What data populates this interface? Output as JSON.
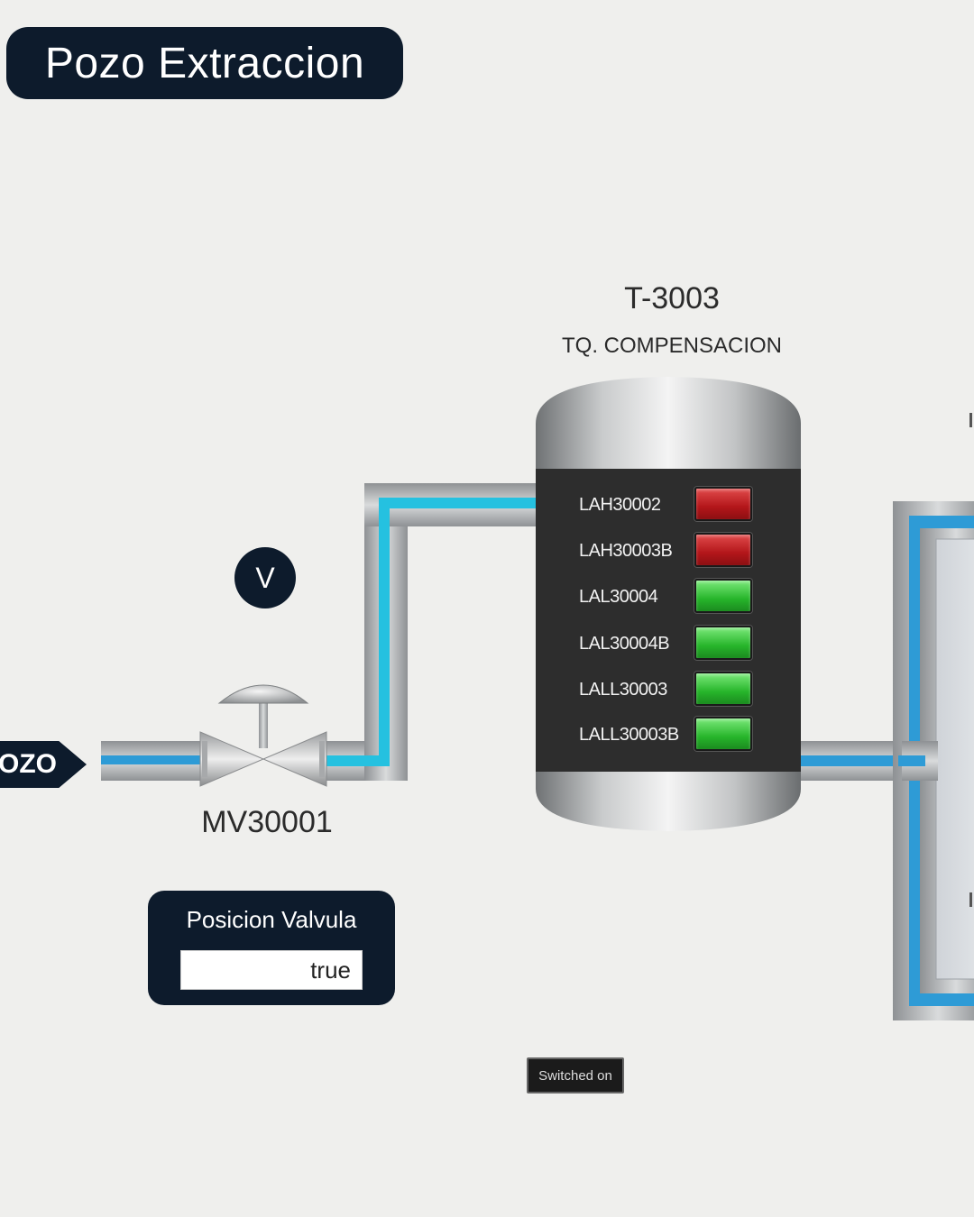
{
  "page": {
    "title": "Pozo Extraccion"
  },
  "source": {
    "label": "OZO"
  },
  "valve": {
    "badge": "V",
    "tag": "MV30001"
  },
  "tank": {
    "tag": "T-3003",
    "description": "TQ. COMPENSACION",
    "alarms": [
      {
        "label": "LAH30002",
        "state": "red"
      },
      {
        "label": "LAH30003B",
        "state": "red"
      },
      {
        "label": "LAL30004",
        "state": "green"
      },
      {
        "label": "LAL30004B",
        "state": "green"
      },
      {
        "label": "LALL30003",
        "state": "green"
      },
      {
        "label": "LALL30003B",
        "state": "green"
      }
    ]
  },
  "valve_position": {
    "title": "Posicion Valvula",
    "value": "true"
  },
  "switch": {
    "label": "Switched on"
  },
  "colors": {
    "panel_navy": "#0d1b2c",
    "pipe_gray": "#b5b8ba",
    "flow_cyan": "#25c1e0",
    "flow_blue": "#2e9bd6",
    "alarm_red": "#c41e22",
    "alarm_green": "#2bbb2f"
  }
}
